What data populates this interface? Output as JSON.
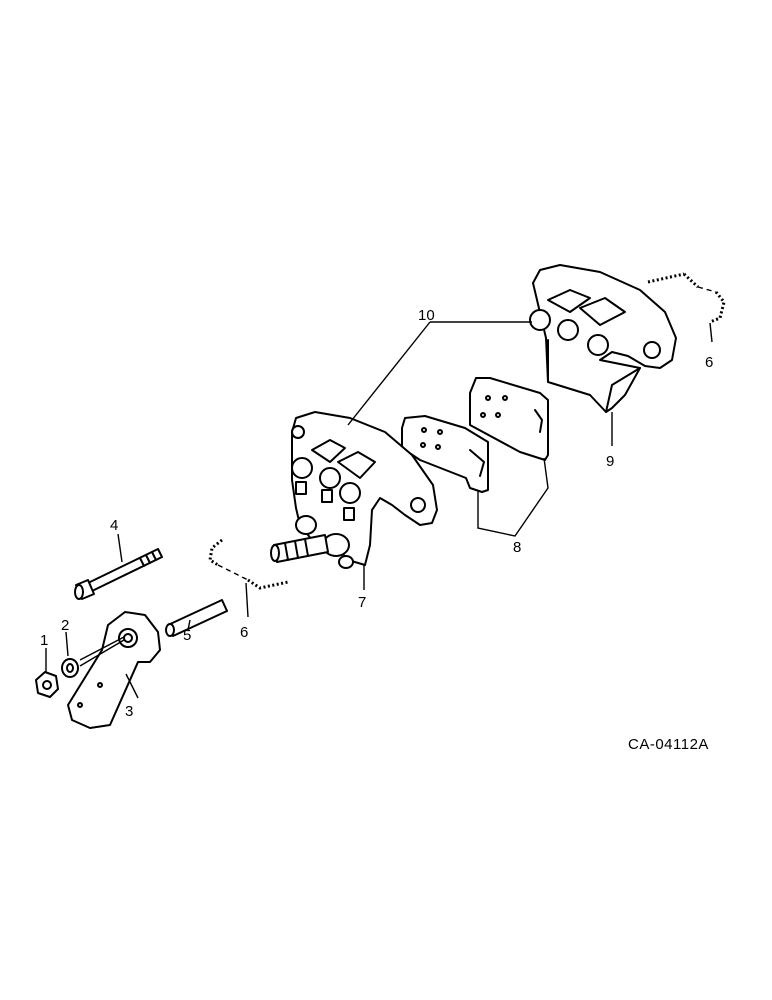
{
  "callouts": {
    "c1": "1",
    "c2": "2",
    "c3": "3",
    "c4": "4",
    "c5": "5",
    "c6a": "6",
    "c6b": "6",
    "c7": "7",
    "c8": "8",
    "c9": "9",
    "c10": "10"
  },
  "drawing_code": "CA-04112A"
}
